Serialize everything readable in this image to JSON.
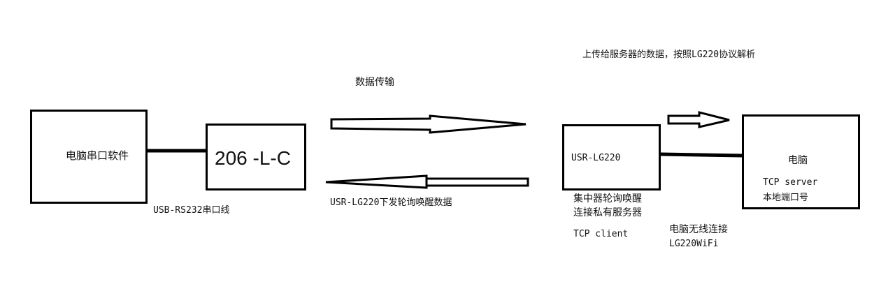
{
  "diagram": {
    "nodes": {
      "pc_software": "电脑串口软件",
      "device": "206 -L-C",
      "concentrator": "USR-LG220",
      "server_title": "电脑",
      "server_line1": "TCP server",
      "server_line2": "本地端口号"
    },
    "labels": {
      "upload_note": "上传给服务器的数据，按照LG220协议解析",
      "data_transfer": "数据传输",
      "wake_data": "USR-LG220下发轮询唤醒数据",
      "usb_cable": "USB-RS232串口线",
      "concentrator_note_1": "集中器轮询唤醒",
      "concentrator_note_2": "连接私有服务器",
      "tcp_client": "TCP client",
      "wifi_1": "电脑无线连接",
      "wifi_2": "LG220WiFi"
    }
  }
}
